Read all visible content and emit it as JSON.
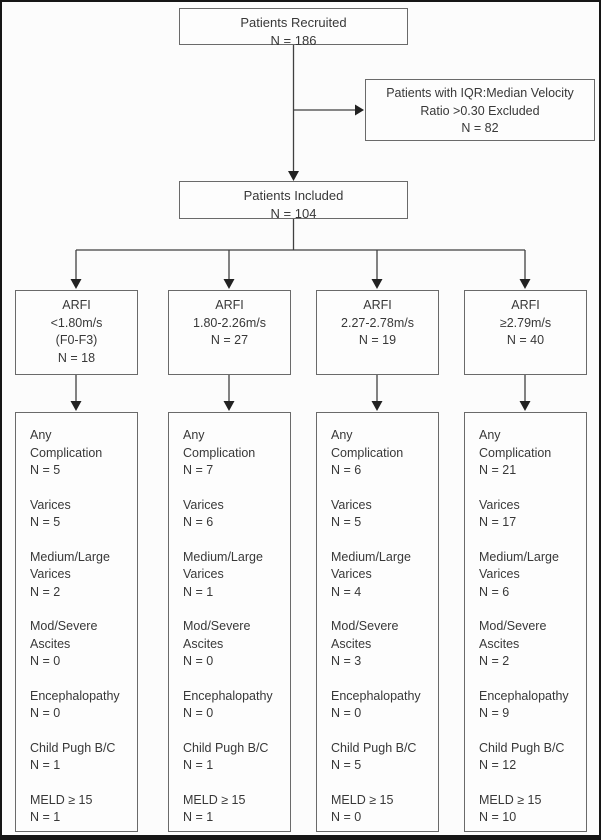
{
  "flowchart": {
    "recruited": {
      "title": "Patients Recruited",
      "n": "N = 186"
    },
    "excluded": {
      "line1": "Patients with IQR:Median Velocity",
      "line2": "Ratio >0.30 Excluded",
      "n": "N = 82"
    },
    "included": {
      "title": "Patients Included",
      "n": "N = 104"
    },
    "arfi_groups": [
      {
        "name": "ARFI",
        "range": "<1.80m/s",
        "note": "(F0-F3)",
        "n": "N = 18"
      },
      {
        "name": "ARFI",
        "range": "1.80-2.26m/s",
        "n": "N = 27"
      },
      {
        "name": "ARFI",
        "range": "2.27-2.78m/s",
        "n": "N = 19"
      },
      {
        "name": "ARFI",
        "range": "≥2.79m/s",
        "n": "N = 40"
      }
    ],
    "outcome_labels": [
      "Any Complication",
      "Varices",
      "Medium/Large Varices",
      "Mod/Severe Ascites",
      "Encephalopathy",
      "Child Pugh B/C",
      "MELD ≥ 15"
    ],
    "columns": [
      {
        "values": [
          "N = 5",
          "N = 5",
          "N = 2",
          "N = 0",
          "N = 0",
          "N = 1",
          "N = 1"
        ]
      },
      {
        "values": [
          "N = 7",
          "N = 6",
          "N = 1",
          "N = 0",
          "N = 0",
          "N = 1",
          "N = 1"
        ]
      },
      {
        "values": [
          "N = 6",
          "N = 5",
          "N = 4",
          "N = 3",
          "N = 0",
          "N = 5",
          "N = 0"
        ]
      },
      {
        "values": [
          "N = 21",
          "N = 17",
          "N = 6",
          "N = 2",
          "N = 9",
          "N = 12",
          "N = 10"
        ]
      }
    ]
  }
}
